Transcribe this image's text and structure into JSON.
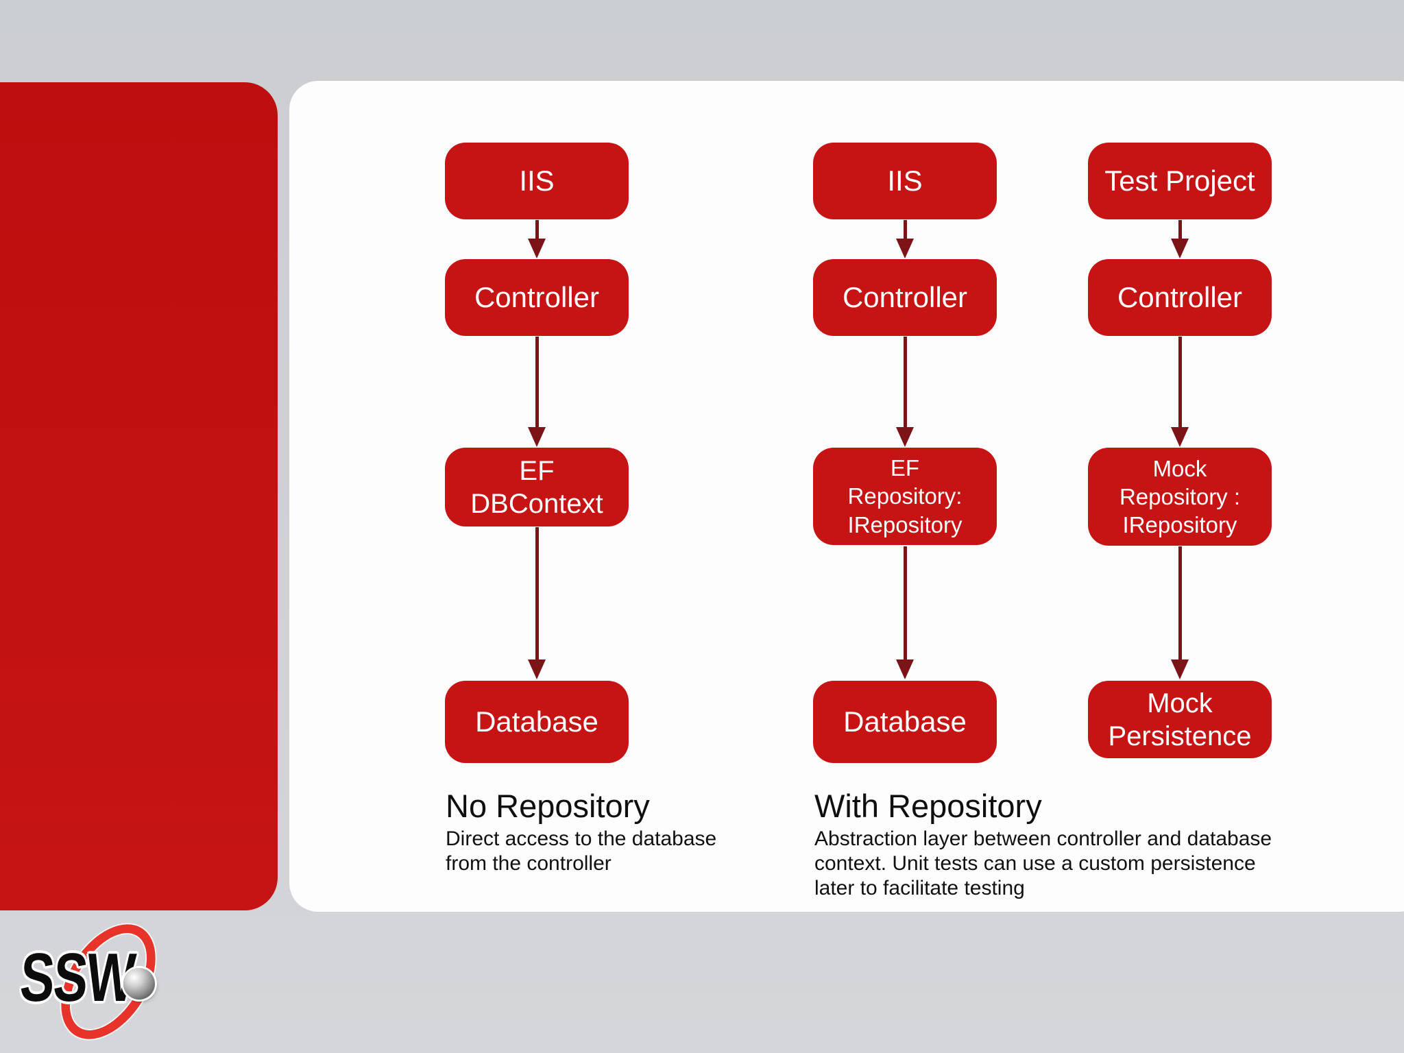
{
  "slide": {
    "columns": [
      {
        "title": "No Repository flow",
        "boxes": [
          {
            "label": "IIS"
          },
          {
            "label": "Controller"
          },
          {
            "label": "EF\nDBContext"
          },
          {
            "label": "Database"
          }
        ],
        "caption": {
          "heading": "No Repository",
          "description": "Direct access to the database\nfrom the controller"
        }
      },
      {
        "title": "With Repository flow",
        "boxes": [
          {
            "label": "IIS"
          },
          {
            "label": "Controller"
          },
          {
            "label": "EF\nRepository:\nIRepository"
          },
          {
            "label": "Database"
          }
        ],
        "caption": {
          "heading": "With Repository",
          "description": "Abstraction layer between controller and database\ncontext. Unit tests can use a custom persistence\nlater to facilitate testing"
        }
      },
      {
        "title": "Test Project flow",
        "boxes": [
          {
            "label": "Test Project"
          },
          {
            "label": "Controller"
          },
          {
            "label": "Mock\nRepository :\nIRepository"
          },
          {
            "label": "Mock\nPersistence"
          }
        ]
      }
    ],
    "logo": {
      "text": "SSW"
    },
    "colors": {
      "box_red": "#c61414",
      "panel_red": "#c11111",
      "arrow_dark_red": "#7c1316",
      "card_white": "#fdfdfe",
      "background_gray": "#cdd0d4",
      "logo_red": "#e8332a",
      "caption_text": "#101010",
      "box_text": "#ffffff"
    }
  }
}
